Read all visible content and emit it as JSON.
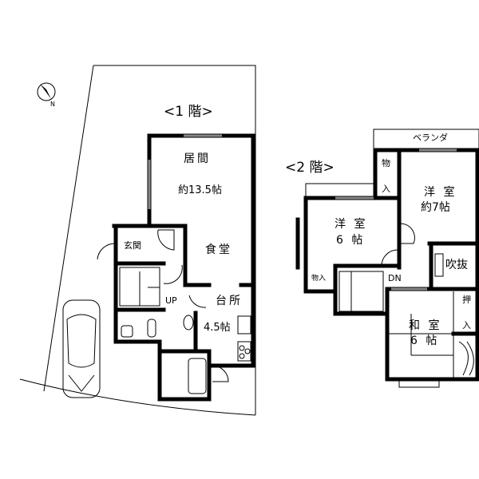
{
  "floor1": {
    "title": "<1 階>",
    "rooms": {
      "living": "居間",
      "living_size": "約13.5帖",
      "entrance": "玄関",
      "dining": "食堂",
      "kitchen": "台所",
      "kitchen_size": "4.5帖",
      "stairs": "UP"
    }
  },
  "floor2": {
    "title": "<2 階>",
    "rooms": {
      "veranda": "ベランダ",
      "storage_top_1": "物",
      "storage_top_2": "入",
      "western7": "洋 室",
      "western7_size": "約7帖",
      "western6": "洋 室",
      "western6_size": "6 帖",
      "storage_small": "物入",
      "stairs": "DN",
      "atrium": "吹抜",
      "japanese": "和 室",
      "japanese_size": "6 帖",
      "closet_1": "押",
      "closet_2": "入"
    }
  },
  "icons": {
    "compass": "north-arrow-icon",
    "car": "car-icon"
  },
  "colors": {
    "wall": "#000000",
    "line": "#000000",
    "window": "#888888"
  }
}
